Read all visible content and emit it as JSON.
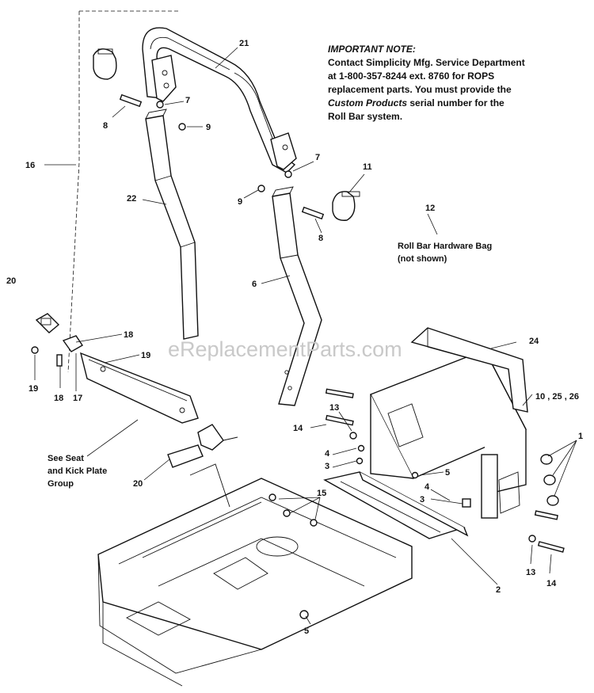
{
  "note": {
    "heading": "IMPORTANT NOTE:",
    "line1": "Contact Simplicity Mfg. Service Department",
    "line2": "at 1-800-357-8244 ext. 8760 for ROPS",
    "line3": "replacement parts. You must provide the",
    "line4_emph": "Custom Products",
    "line4_rest": " serial number for the",
    "line5": "Roll Bar system."
  },
  "hardware_bag": {
    "number": "12",
    "line1": "Roll Bar Hardware Bag",
    "line2": "(not shown)"
  },
  "seat_group": {
    "line1": "See Seat",
    "line2": "and Kick Plate",
    "line3": "Group"
  },
  "callouts": {
    "c21": "21",
    "c7a": "7",
    "c8a": "8",
    "c9a": "9",
    "c16": "16",
    "c22": "22",
    "c7b": "7",
    "c11": "11",
    "c9b": "9",
    "c8b": "8",
    "c6": "6",
    "c20a": "20",
    "c18a": "18",
    "c19a": "19",
    "c19b": "19",
    "c18b": "18",
    "c17": "17",
    "c24": "24",
    "c10": "10 , 25 , 26",
    "c13a": "13",
    "c14a": "14",
    "c4a": "4",
    "c3a": "3",
    "c5a": "5",
    "c1": "1",
    "c4b": "4",
    "c3b": "3",
    "c15": "15",
    "c20b": "20",
    "c13b": "13",
    "c14b": "14",
    "c2": "2",
    "c5b": "5"
  },
  "watermark": "eReplacementParts.com"
}
